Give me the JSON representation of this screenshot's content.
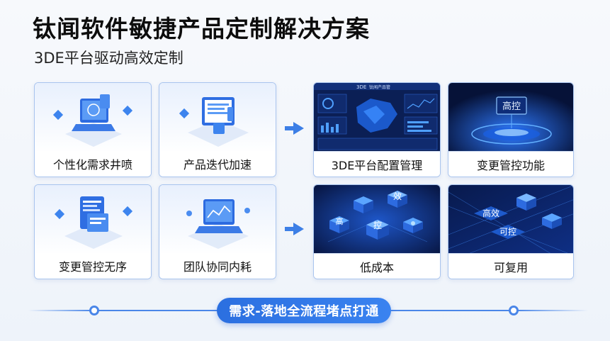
{
  "header": {
    "title": "钛闻软件敏捷产品定制解决方案",
    "subtitle": "3DE平台驱动高效定制"
  },
  "cards": [
    {
      "label": "个性化需求井喷",
      "style": "light"
    },
    {
      "label": "产品迭代加速",
      "style": "light"
    },
    {
      "label": "3DE平台配置管理",
      "style": "dark"
    },
    {
      "label": "变更管控功能",
      "style": "dark"
    },
    {
      "label": "变更管控无序",
      "style": "light"
    },
    {
      "label": "团队协同内耗",
      "style": "light"
    },
    {
      "label": "低成本",
      "style": "dark"
    },
    {
      "label": "可复用",
      "style": "dark"
    }
  ],
  "art_text": {
    "dashboard_brand": "3DE",
    "dashboard_title": "钛闻产品管",
    "gaokong": "高控",
    "gao": "高",
    "xiao": "效",
    "kong": "控",
    "gaoxiao": "高效",
    "kekong": "可控"
  },
  "footer": {
    "pill_label": "需求-落地全流程堵点打通"
  },
  "colors": {
    "accent": "#3d7fe6",
    "card_border": "#a9c4ee",
    "dark_bg": "#0a1a4a"
  }
}
